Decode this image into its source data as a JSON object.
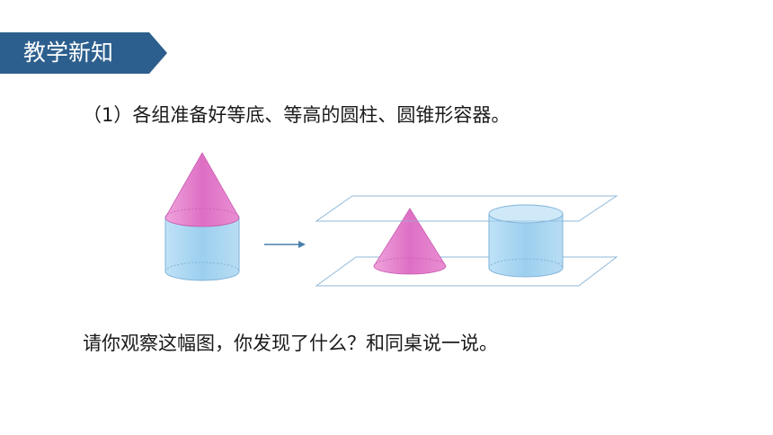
{
  "header": {
    "title": "教学新知"
  },
  "content": {
    "step_text": "（1）各组准备好等底、等高的圆柱、圆锥形容器。",
    "question_text": "请你观察这幅图，你发现了什么？和同桌说一说。"
  },
  "figure": {
    "shapes": [
      "cone-on-cylinder",
      "arrow-right",
      "cone",
      "cylinder",
      "plane"
    ]
  },
  "colors": {
    "header_bg": "#2d5f8e",
    "cone_fill": "#e277c8",
    "cylinder_fill": "#a9d6f2",
    "outline": "#7fb3d9",
    "plane_line": "#8fb9d9",
    "arrow": "#4a7fab"
  }
}
